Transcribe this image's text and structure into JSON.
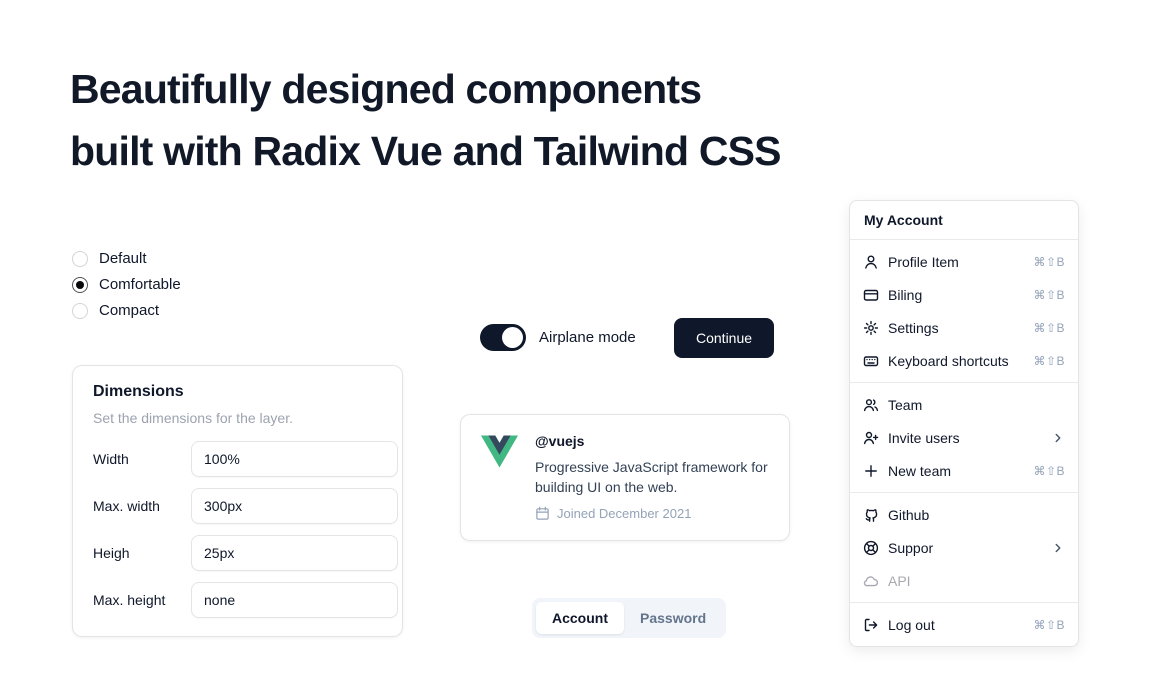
{
  "page": {
    "title_line1": "Beautifully designed components",
    "title_line2": "built with Radix Vue and Tailwind CSS"
  },
  "radio_group": {
    "options": [
      {
        "label": "Default",
        "selected": false
      },
      {
        "label": "Comfortable",
        "selected": true
      },
      {
        "label": "Compact",
        "selected": false
      }
    ]
  },
  "dimensions_card": {
    "title": "Dimensions",
    "subtitle": "Set the dimensions for the layer.",
    "fields": [
      {
        "label": "Width",
        "value": "100%"
      },
      {
        "label": "Max. width",
        "value": "300px"
      },
      {
        "label": "Heigh",
        "value": "25px"
      },
      {
        "label": "Max. height",
        "value": "none"
      }
    ]
  },
  "airplane_switch": {
    "label": "Airplane mode",
    "state": "on"
  },
  "continue_button": {
    "label": "Continue"
  },
  "vue_card": {
    "handle": "@vuejs",
    "description": "Progressive JavaScript framework for building UI on the web.",
    "joined": "Joined December 2021",
    "logo_colors": {
      "outer": "#41b883",
      "inner": "#34495e"
    }
  },
  "tabs": [
    {
      "label": "Account",
      "active": true
    },
    {
      "label": "Password",
      "active": false
    }
  ],
  "menu": {
    "title": "My Account",
    "groups": [
      {
        "items": [
          {
            "label": "Profile Item",
            "icon": "user-icon",
            "shortcut": "⌘⇧B"
          },
          {
            "label": "Biling",
            "icon": "credit-card-icon",
            "shortcut": "⌘⇧B"
          },
          {
            "label": "Settings",
            "icon": "gear-icon",
            "shortcut": "⌘⇧B"
          },
          {
            "label": "Keyboard shortcuts",
            "icon": "keyboard-icon",
            "shortcut": "⌘⇧B"
          }
        ]
      },
      {
        "items": [
          {
            "label": "Team",
            "icon": "users-icon"
          },
          {
            "label": "Invite users",
            "icon": "user-plus-icon",
            "submenu": true
          },
          {
            "label": "New team",
            "icon": "plus-icon",
            "shortcut": "⌘⇧B"
          }
        ]
      },
      {
        "items": [
          {
            "label": "Github",
            "icon": "github-icon"
          },
          {
            "label": "Suppor",
            "icon": "lifebuoy-icon",
            "submenu": true
          },
          {
            "label": "API",
            "icon": "cloud-icon",
            "disabled": true
          }
        ]
      },
      {
        "items": [
          {
            "label": "Log out",
            "icon": "logout-icon",
            "shortcut": "⌘⇧B"
          }
        ]
      }
    ]
  },
  "colors": {
    "accent_dark": "#0f172a",
    "muted_text": "#94a3b8",
    "border": "#e4e4e7",
    "tabs_bg": "#f1f5f9"
  }
}
